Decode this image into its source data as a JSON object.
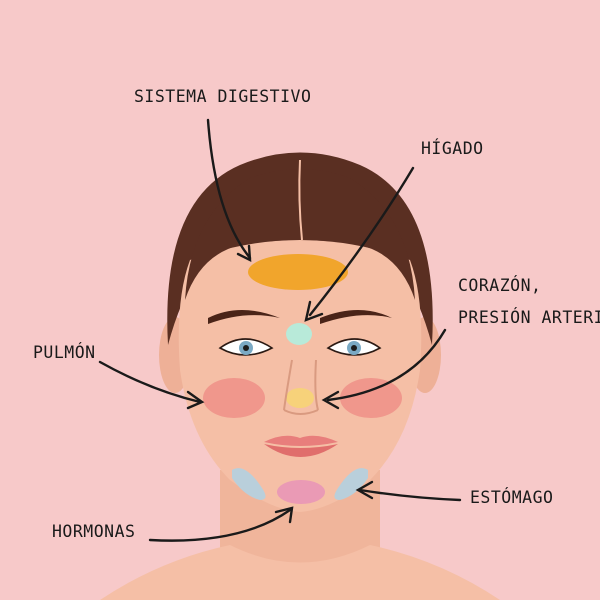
{
  "labels": {
    "digestive": "SISTEMA DIGESTIVO",
    "liver": "HÍGADO",
    "heart_line1": "CORAZÓN,",
    "heart_line2": "PRESIÓN ARTERIAL",
    "lung": "PULMÓN",
    "stomach": "ESTÓMAGO",
    "hormones": "HORMONAS"
  },
  "colors": {
    "background": "#f7c9c9",
    "skin": "#f5bfa6",
    "skin_shadow": "#e9a98e",
    "hair": "#5a2f22",
    "digestive_zone": "#f1a52c",
    "liver_zone": "#b8ead9",
    "heart_zone": "#f7d27a",
    "lung_zone": "#ef8f87",
    "stomach_zone": "#b9cfdb",
    "hormones_zone": "#ea9ab5",
    "lips": "#e87e7c",
    "iris": "#7aa9c4"
  }
}
